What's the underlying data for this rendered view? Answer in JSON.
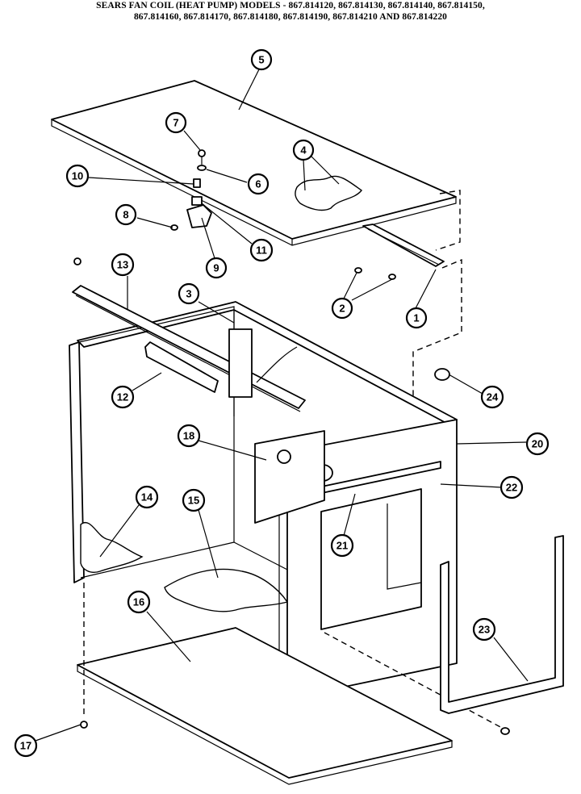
{
  "header": {
    "line1": "SEARS FAN COIL (HEAT PUMP) MODELS - 867.814120, 867.814130, 867.814140, 867.814150,",
    "line2": "867.814160, 867.814170, 867.814180, 867.814190, 867.814210 AND 867.814220"
  },
  "callouts": [
    {
      "id": "1",
      "label": "1"
    },
    {
      "id": "2",
      "label": "2"
    },
    {
      "id": "3",
      "label": "3"
    },
    {
      "id": "4",
      "label": "4"
    },
    {
      "id": "5",
      "label": "5"
    },
    {
      "id": "6",
      "label": "6"
    },
    {
      "id": "7",
      "label": "7"
    },
    {
      "id": "8",
      "label": "8"
    },
    {
      "id": "9",
      "label": "9"
    },
    {
      "id": "10",
      "label": "10"
    },
    {
      "id": "11",
      "label": "11"
    },
    {
      "id": "12",
      "label": "12"
    },
    {
      "id": "13",
      "label": "13"
    },
    {
      "id": "14",
      "label": "14"
    },
    {
      "id": "15",
      "label": "15"
    },
    {
      "id": "16",
      "label": "16"
    },
    {
      "id": "17",
      "label": "17"
    },
    {
      "id": "18",
      "label": "18"
    },
    {
      "id": "20",
      "label": "20"
    },
    {
      "id": "21",
      "label": "21"
    },
    {
      "id": "22",
      "label": "22"
    },
    {
      "id": "23",
      "label": "23"
    },
    {
      "id": "24",
      "label": "24"
    }
  ]
}
